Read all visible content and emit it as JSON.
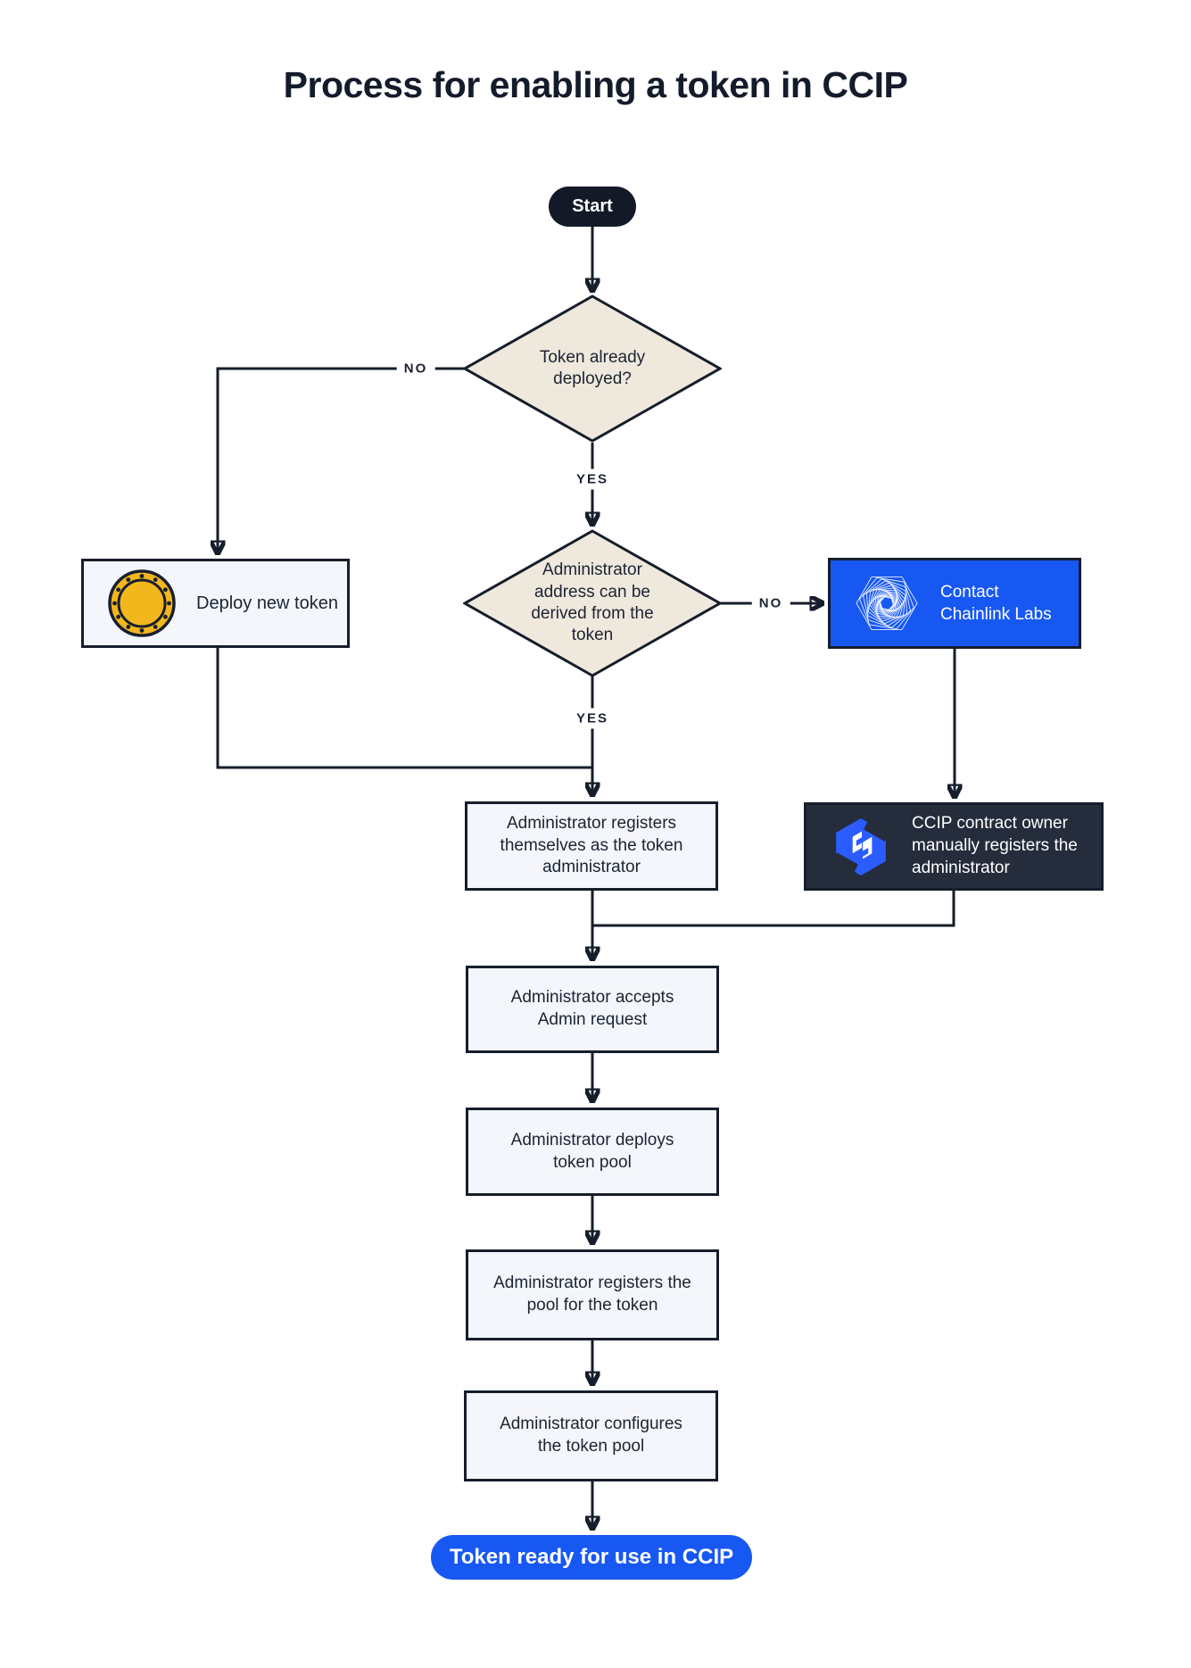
{
  "title": "Process for enabling a token in CCIP",
  "colors": {
    "ink": "#161d2b",
    "diamond_fill": "#efe8dc",
    "node_fill": "#f4f6fb",
    "accent_blue": "#1758f3",
    "dark_node": "#252c3b",
    "coin_gold": "#f3b71e"
  },
  "labels": {
    "no": "NO",
    "yes": "YES"
  },
  "flow": {
    "start": "Start",
    "decision_token_deployed": "Token already deployed?",
    "deploy_new_token": "Deploy new token",
    "decision_admin_address": "Administrator address can be derived from the token",
    "contact_line1": "Contact",
    "contact_line2": "Chainlink Labs",
    "ccip_owner": "CCIP contract owner manually registers the administrator",
    "steps": [
      "Administrator registers themselves as the token administrator",
      "Administrator accepts Admin request",
      "Administrator deploys token pool",
      "Administrator registers the pool for the token",
      "Administrator configures the token pool"
    ],
    "end": "Token ready for use in CCIP"
  },
  "icons": {
    "coin": "coin-icon",
    "chainlink_labs": "chainlink-labs-logo-icon",
    "ccip": "ccip-logo-icon"
  }
}
